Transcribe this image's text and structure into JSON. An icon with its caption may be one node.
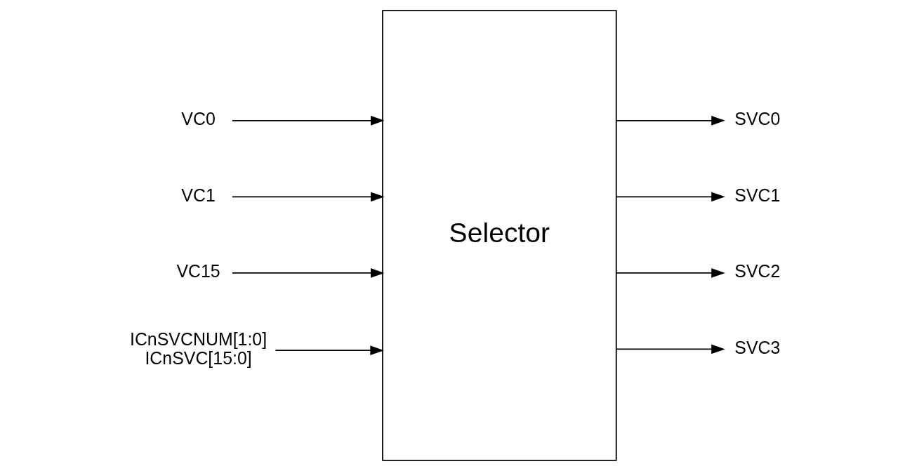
{
  "diagram": {
    "nodes": [
      {
        "text": [
          "Selector"
        ]
      },
      {
        "text": [
          "VC0"
        ]
      },
      {
        "text": [
          "VC1"
        ]
      },
      {
        "text": [
          "VC15"
        ]
      },
      {
        "text": [
          "SVC0"
        ]
      },
      {
        "text": [
          "SVC1"
        ]
      },
      {
        "text": [
          "SVC2"
        ]
      },
      {
        "text": [
          "SVC3"
        ]
      },
      {
        "text": [
          "ICnSVCNUM[1:0]",
          "ICnSVC[15:0]"
        ]
      }
    ],
    "edges": [
      {
        "from": 1,
        "to": 0,
        "arrow": "to"
      },
      {
        "from": 2,
        "to": 0,
        "arrow": "to"
      },
      {
        "from": 3,
        "to": 0,
        "arrow": "to"
      },
      {
        "from": 0,
        "to": 4,
        "arrow": "to"
      },
      {
        "from": 0,
        "to": 5,
        "arrow": "to"
      },
      {
        "from": 0,
        "to": 6,
        "arrow": "to"
      },
      {
        "from": 0,
        "to": 7,
        "arrow": "to"
      },
      {
        "from": 8,
        "to": 0,
        "arrow": "to"
      }
    ]
  }
}
